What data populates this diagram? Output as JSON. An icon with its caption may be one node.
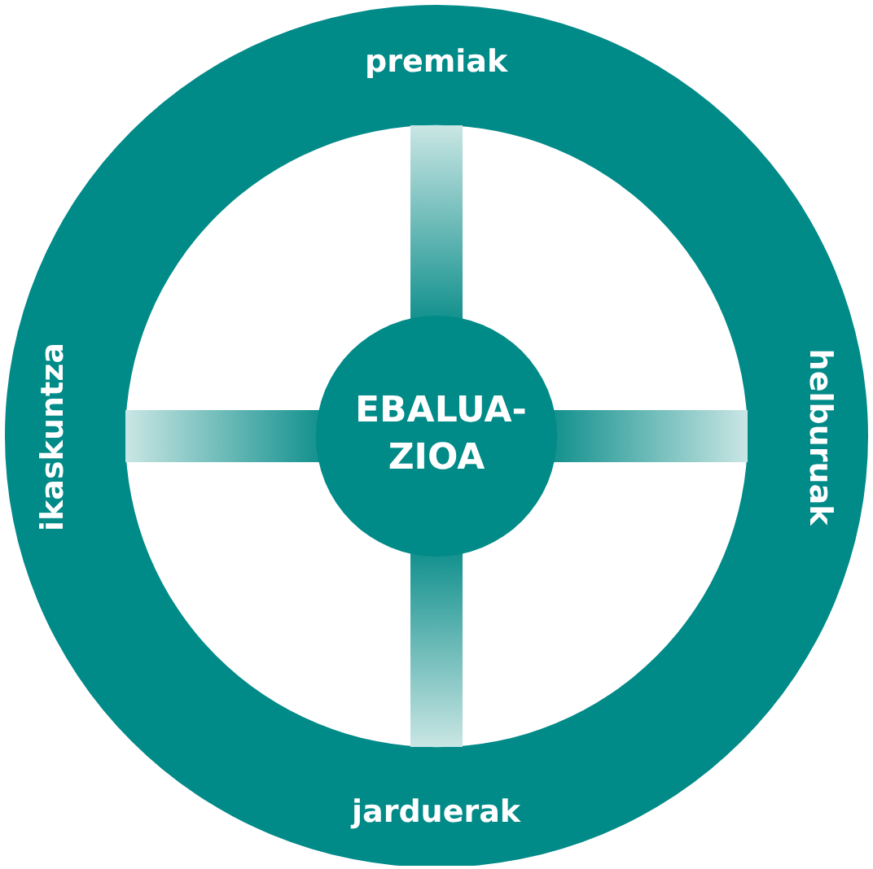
{
  "diagram": {
    "nodes": [
      {
        "text": [
          "premiak",
          "helburuak",
          "jarduerak",
          "ikaskuntza"
        ]
      },
      {
        "text": [
          "EBALUA- ZIOA"
        ],
        "in": 0
      }
    ]
  }
}
